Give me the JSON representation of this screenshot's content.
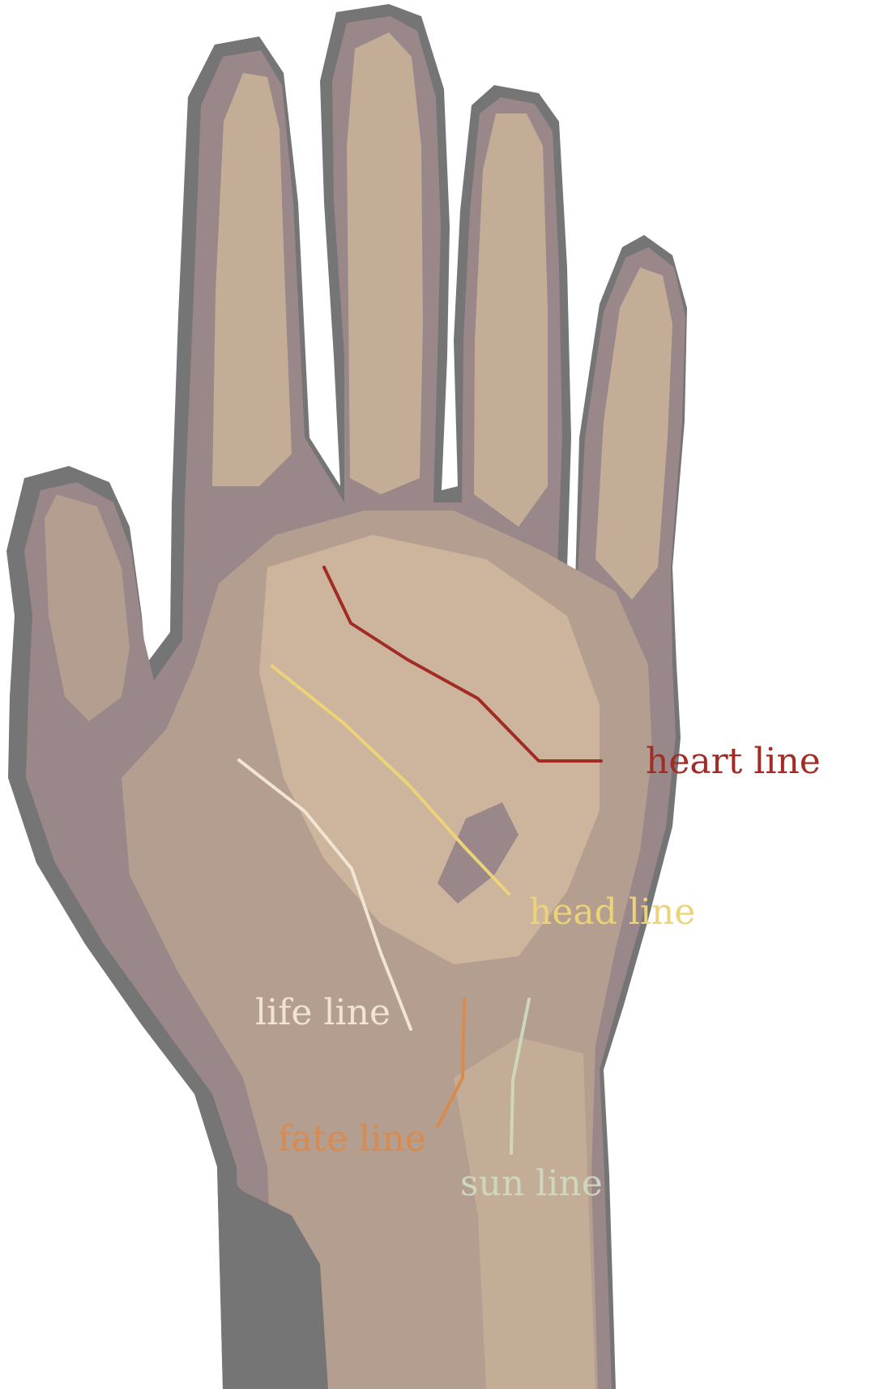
{
  "colors": {
    "skin_shadow": "#757575",
    "skin_dark": "#9a878a",
    "skin_mid": "#b49e8f",
    "skin_light": "#c4ad97",
    "skin_highlight": "#ccb49d",
    "heart": "#a22c24",
    "head": "#ecd37a",
    "life": "#f2e4d2",
    "fate": "#d98b4e",
    "sun": "#cfd6be"
  },
  "labels": {
    "heart": "heart line",
    "head": "head line",
    "life": "life line",
    "fate": "fate line",
    "sun": "sun line"
  }
}
